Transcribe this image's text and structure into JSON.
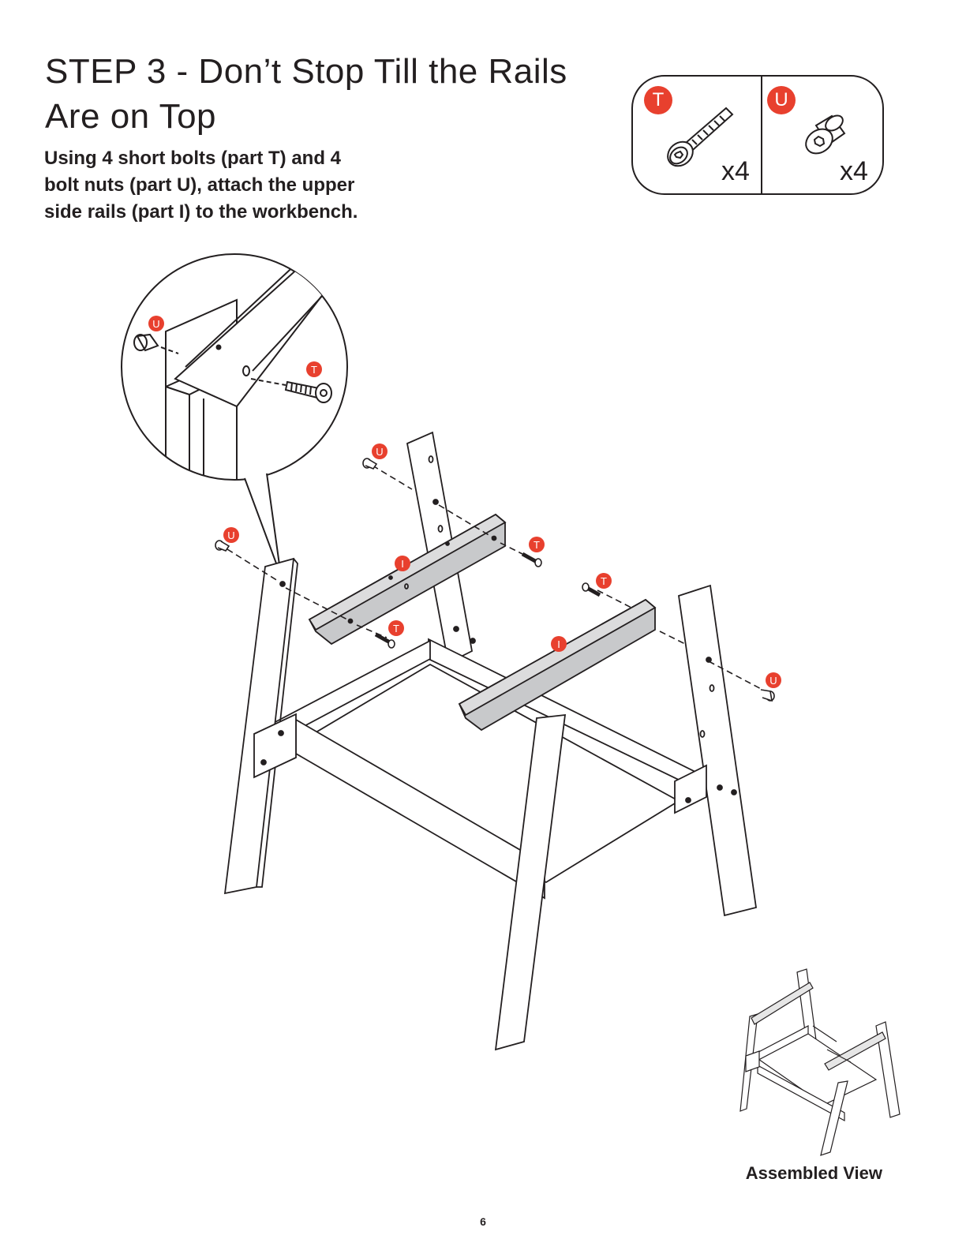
{
  "step": {
    "title_line1": "STEP 3 - Don’t Stop Till the Rails",
    "title_line2": "Are on Top",
    "intro_line1": "Using 4 short bolts (part T) and 4",
    "intro_line2": "bolt nuts (part U), attach the upper",
    "intro_line3": "side rails (part I) to the workbench."
  },
  "parts": [
    {
      "letter": "T",
      "quantity": "x4",
      "icon": "short-bolt-icon"
    },
    {
      "letter": "U",
      "quantity": "x4",
      "icon": "bolt-nut-icon"
    }
  ],
  "diagram_labels": {
    "nut": "U",
    "bolt": "T",
    "rail": "I"
  },
  "accent_color": "#e8402e",
  "assembled_view_label": "Assembled View",
  "page_number": "6"
}
